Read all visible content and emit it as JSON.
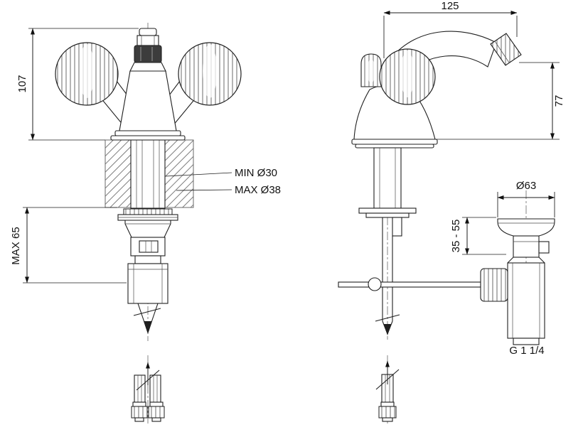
{
  "drawing": {
    "type": "technical-dimension-drawing",
    "subject": "two-handle bidet mixer with pop-up waste",
    "line_color": "#1f1f1f",
    "background": "#ffffff",
    "front_view": {
      "dims": {
        "height": "107",
        "depth": "MAX 65"
      },
      "notes": {
        "hole_min": "MIN Ø30",
        "hole_max": "MAX Ø38"
      }
    },
    "side_view": {
      "dims": {
        "reach": "125",
        "spout_height": "77"
      }
    },
    "drain_detail": {
      "dims": {
        "flange_diameter": "Ø63",
        "height_range": "35 - 55"
      },
      "thread": "G 1 1/4"
    }
  }
}
